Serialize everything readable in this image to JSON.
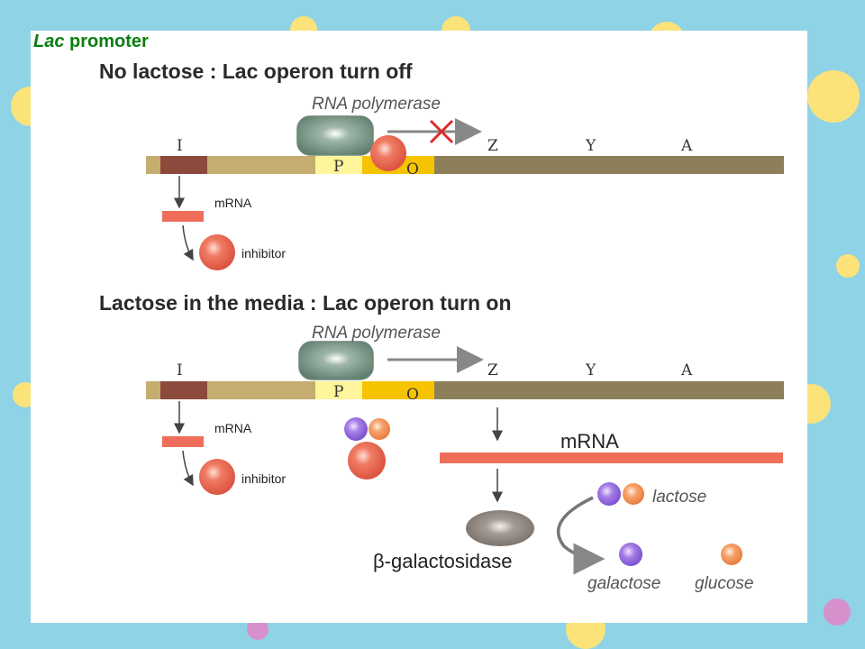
{
  "slide": {
    "title_italic": "Lac",
    "title_rest": " promoter"
  },
  "panel_off": {
    "heading": "No lactose : Lac operon turn off",
    "polymerase_label": "RNA polymerase",
    "gene_i": "I",
    "gene_p": "P",
    "gene_o": "O",
    "gene_z": "Z",
    "gene_y": "Y",
    "gene_a": "A",
    "mrna_label": "mRNA",
    "inhibitor_label": "inhibitor"
  },
  "panel_on": {
    "heading": "Lactose in the media : Lac operon turn on",
    "polymerase_label": "RNA polymerase",
    "gene_i": "I",
    "gene_p": "P",
    "gene_o": "O",
    "gene_z": "Z",
    "gene_y": "Y",
    "gene_a": "A",
    "mrna_label": "mRNA",
    "inhibitor_label": "inhibitor",
    "long_mrna_label": "mRNA",
    "enzyme_label": "β-galactosidase",
    "lactose_label": "lactose",
    "galactose_label": "galactose",
    "glucose_label": "glucose"
  },
  "colors": {
    "background": "#8fd3e6",
    "title_green": "#0a7d12",
    "dna_tan": "#c4ad6e",
    "dna_dark": "#8e7f5b",
    "gene_i": "#8b4a3b",
    "promoter": "#fff59a",
    "operator": "#f5c300",
    "polymerase": "#6f8f7f",
    "inhibitor": "#e8604a",
    "mrna": "#ee6e5a",
    "galactose": "#9b6fe0",
    "glucose": "#f2965a",
    "enzyme": "#8e857f",
    "block_x": "#dd2a2a"
  }
}
